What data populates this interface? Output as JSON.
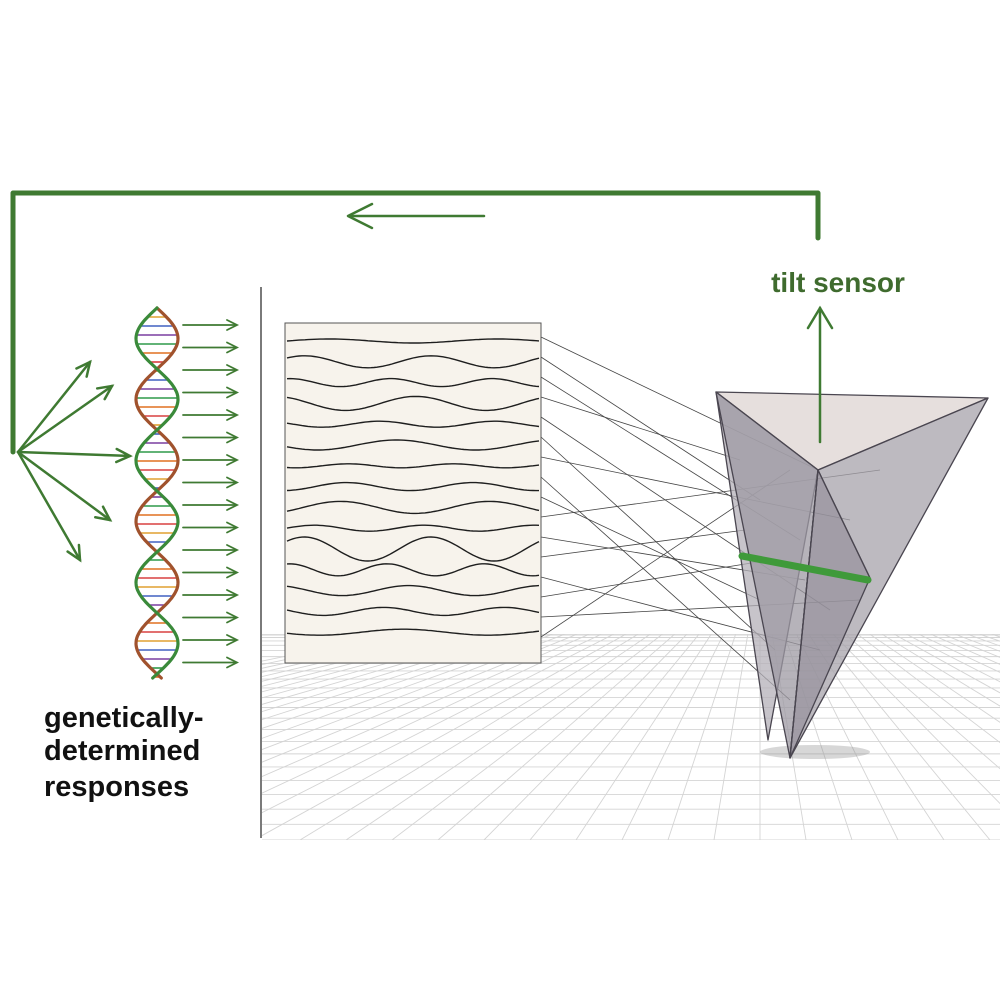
{
  "labels": {
    "sensor": "tilt sensor",
    "responses_line1": "genetically-",
    "responses_line2": "determined",
    "responses_line3": "responses"
  },
  "colors": {
    "arrow_green": "#3f7a32",
    "sensor_text": "#3f6b2e",
    "sensor_band": "#3f9a3a",
    "panel_fill": "#f7f3ec",
    "wave_stroke": "#1e1e1e",
    "pyramid_fill": "#9d9aa3",
    "dna_left": "#a0522d",
    "dna_right": "#3a8a3a",
    "floor_grid": "#d4d4d4"
  },
  "icons": {
    "feedback": "feedback-loop-arrow",
    "sensor_output": "up-arrow-icon",
    "gene": "dna-helix-icon",
    "body": "pyramid-body-icon"
  }
}
